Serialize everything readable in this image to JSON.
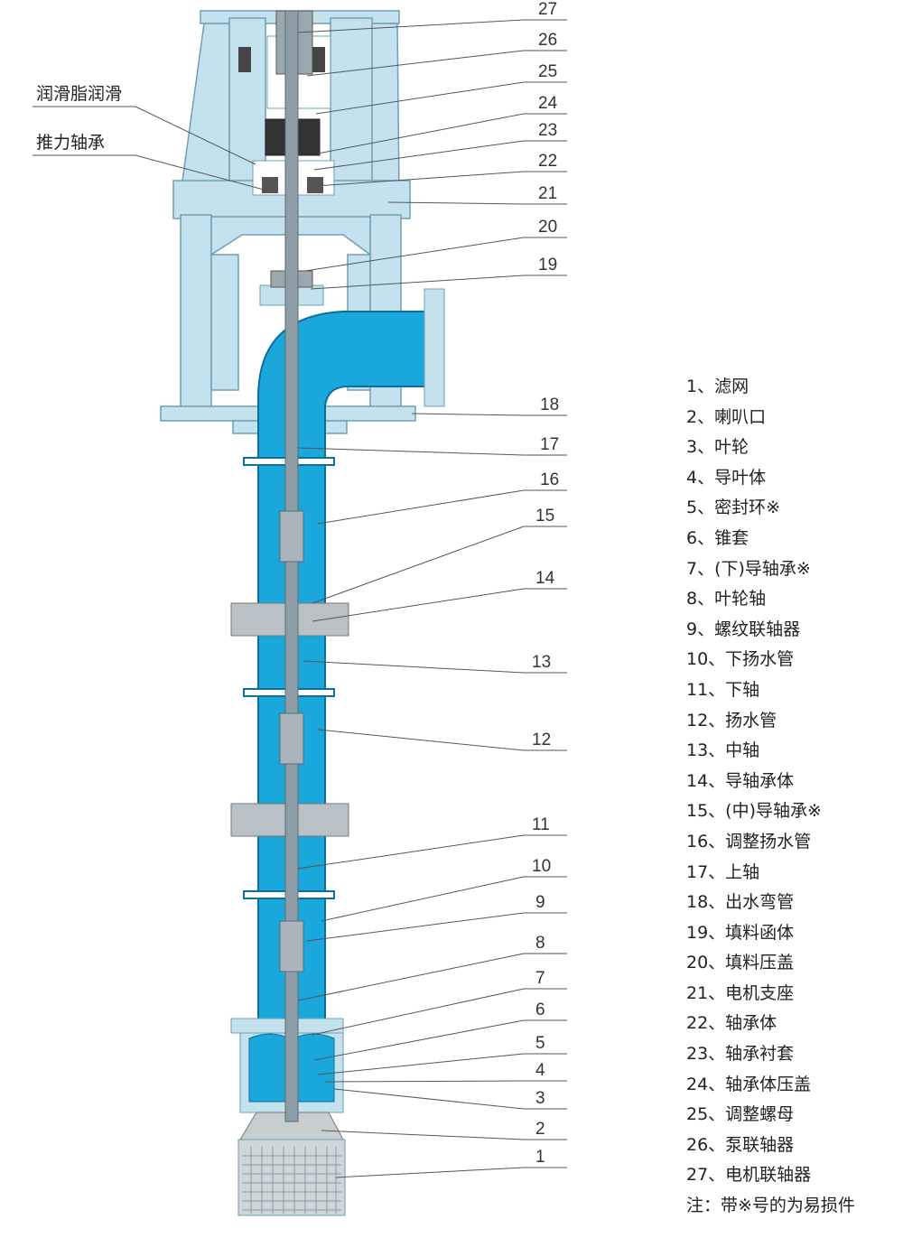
{
  "side_labels": [
    "润滑脂润滑",
    "推力轴承"
  ],
  "callout_numbers": [
    "27",
    "26",
    "25",
    "24",
    "23",
    "22",
    "21",
    "20",
    "19",
    "18",
    "17",
    "16",
    "15",
    "14",
    "13",
    "12",
    "11",
    "10",
    "9",
    "8",
    "7",
    "6",
    "5",
    "4",
    "3",
    "2",
    "1"
  ],
  "legend": {
    "items": [
      "1、滤网",
      "2、喇叭口",
      "3、叶轮",
      "4、导叶体",
      "5、密封环※",
      "6、锥套",
      "7、(下)导轴承※",
      "8、叶轮轴",
      "9、螺纹联轴器",
      "10、下扬水管",
      "11、下轴",
      "12、扬水管",
      "13、中轴",
      "14、导轴承体",
      "15、(中)导轴承※",
      "16、调整扬水管",
      "17、上轴",
      "18、出水弯管",
      "19、填料函体",
      "20、填料压盖",
      "21、电机支座",
      "22、轴承体",
      "23、轴承衬套",
      "24、轴承体压盖",
      "25、调整螺母",
      "26、泵联轴器",
      "27、电机联轴器"
    ],
    "note": "注：带※号的为易损件"
  },
  "colors": {
    "frame": "#c4e2ee",
    "frame_stroke": "#6f9fb3",
    "water": "#1aa8dc",
    "water_stroke": "#0b6f98",
    "shaft": "#8e9ea8",
    "metal": "#b9c1c6",
    "leader": "#555555"
  }
}
